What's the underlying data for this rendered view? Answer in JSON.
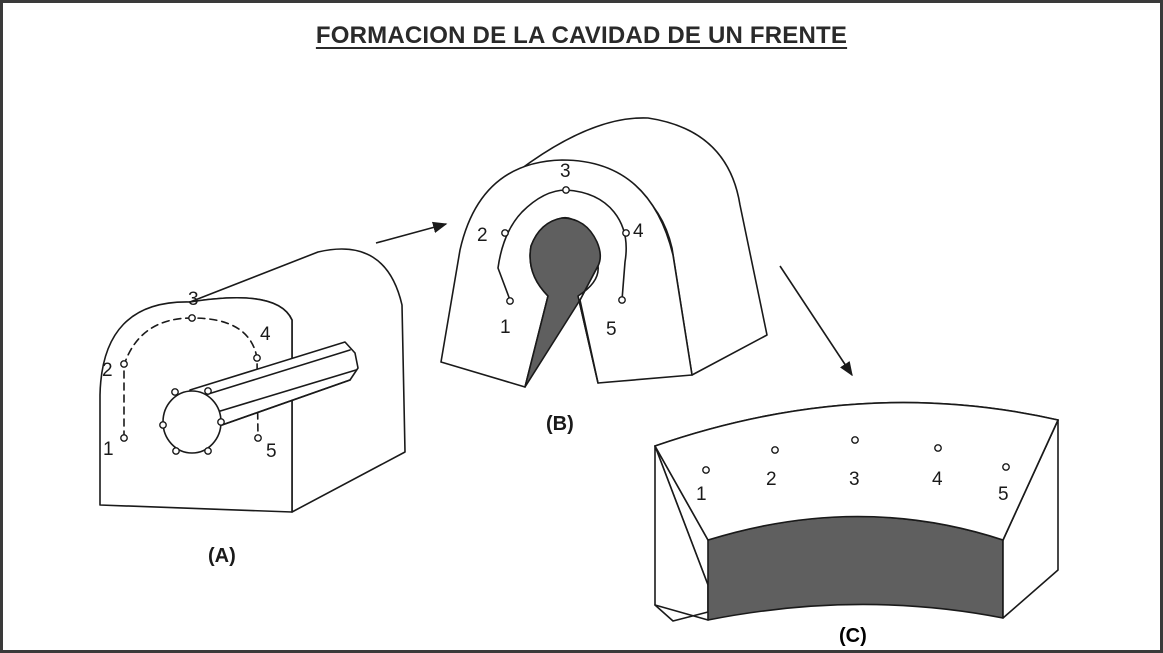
{
  "title": "FORMACION DE LA CAVIDAD DE UN FRENTE",
  "captions": {
    "a": "(A)",
    "b": "(B)",
    "c": "(C)"
  },
  "points_a": [
    "1",
    "2",
    "3",
    "4",
    "5"
  ],
  "points_b": [
    "1",
    "2",
    "3",
    "4",
    "5"
  ],
  "points_c": [
    "1",
    "2",
    "3",
    "4",
    "5"
  ],
  "colors": {
    "cavity": "#5f5f5f",
    "line": "#1a1a1a",
    "border": "#3a3a3a"
  }
}
